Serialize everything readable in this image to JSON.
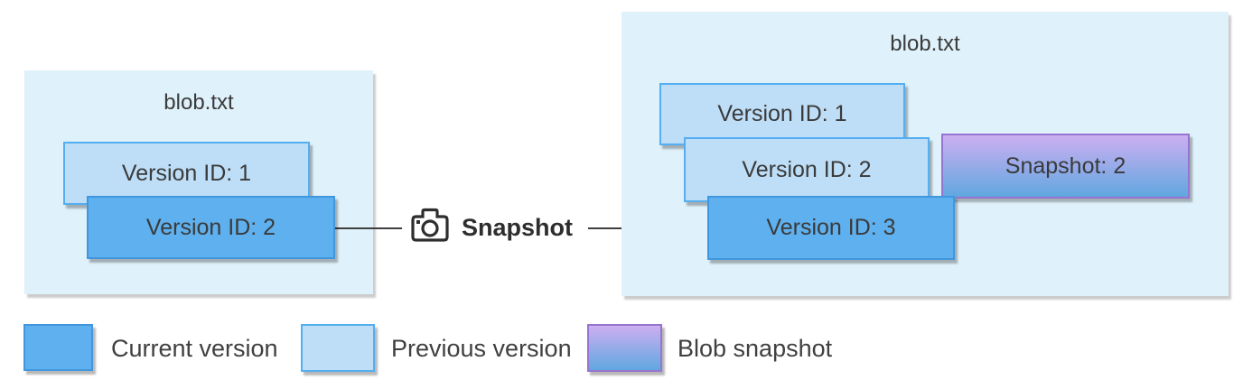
{
  "colors": {
    "page_bg": "#ffffff",
    "container_bg": "#dff1fa",
    "previous_fill": "#bedef7",
    "previous_border": "#54aef0",
    "current_fill": "#5fb0ee",
    "current_border": "#4197dd",
    "snapshot_top": "#ccaff1",
    "snapshot_bottom": "#61a7e0",
    "snapshot_border": "#9674cf",
    "text": "#3a3a3a",
    "arrow": "#3f3f3f"
  },
  "before": {
    "title": "blob.txt",
    "versions": [
      {
        "label": "Version ID: 1",
        "state": "previous"
      },
      {
        "label": "Version ID: 2",
        "state": "current"
      }
    ]
  },
  "action": {
    "label": "Snapshot",
    "icon": "camera-icon"
  },
  "after": {
    "title": "blob.txt",
    "versions": [
      {
        "label": "Version ID: 1",
        "state": "previous"
      },
      {
        "label": "Version ID: 2",
        "state": "previous"
      },
      {
        "label": "Version ID: 3",
        "state": "current"
      }
    ],
    "snapshot": {
      "label": "Snapshot: 2",
      "state": "snapshot"
    }
  },
  "legend": {
    "items": [
      {
        "label": "Current version",
        "state": "current"
      },
      {
        "label": "Previous version",
        "state": "previous"
      },
      {
        "label": "Blob snapshot",
        "state": "snapshot"
      }
    ]
  }
}
